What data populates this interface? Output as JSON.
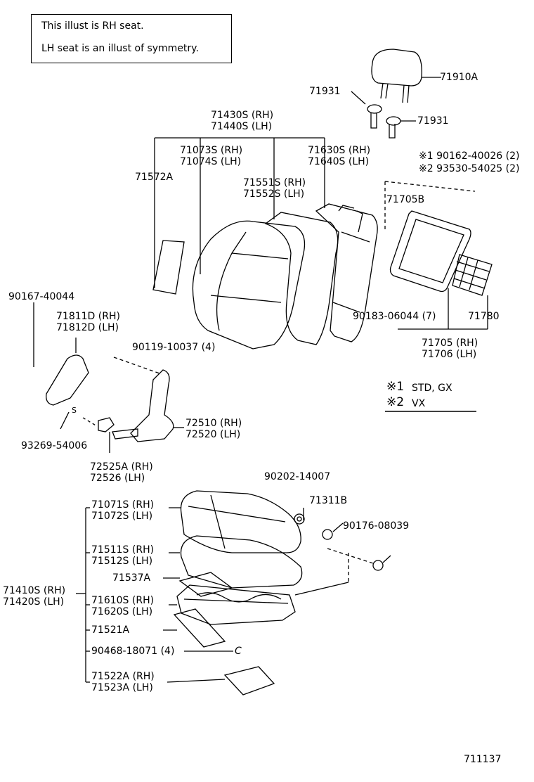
{
  "note": {
    "line1": "This illust is RH seat.",
    "line2": "LH seat is an illust of symmetry."
  },
  "labels": {
    "l_71910A": "71910A",
    "l_71931a": "71931",
    "l_71931b": "71931",
    "l_71430S": "71430S (RH)",
    "l_71440S": "71440S (LH)",
    "l_71073S": "71073S (RH)",
    "l_71074S": "71074S (LH)",
    "l_71630S": "71630S (RH)",
    "l_71640S": "71640S (LH)",
    "l_71572A": "71572A",
    "l_71551S": "71551S (RH)",
    "l_71552S": "71552S (LH)",
    "l_n1": "※1 90162-40026 (2)",
    "l_n2": "※2 93530-54025 (2)",
    "l_71705B": "71705B",
    "l_90183": "90183-06044 (7)",
    "l_71780": "71780",
    "l_71705": "71705 (RH)",
    "l_71706": "71706 (LH)",
    "l_90167": "90167-40044",
    "l_71811D": "71811D (RH)",
    "l_71812D": "71812D (LH)",
    "l_90119": "90119-10037 (4)",
    "l_s": "S",
    "l_93269": "93269-54006",
    "l_72510": "72510 (RH)",
    "l_72520": "72520 (LH)",
    "l_72525A": "72525A (RH)",
    "l_72526": "72526   (LH)",
    "l_90202": "90202-14007",
    "l_71311B": "71311B",
    "l_90176": "90176-08039",
    "l_71071S": "71071S (RH)",
    "l_71072S": "71072S (LH)",
    "l_71511S": "71511S (RH)",
    "l_71512S": "71512S (LH)",
    "l_71537A": "71537A",
    "l_71410S": "71410S (RH)",
    "l_71420S": "71420S (LH)",
    "l_71610S": "71610S (RH)",
    "l_71620S": "71620S (LH)",
    "l_71521A": "71521A",
    "l_90468": "90468-18071 (4)",
    "l_c": "C",
    "l_71522A": "71522A (RH)",
    "l_71523A": "71523A (LH)",
    "l_fig": "711137"
  },
  "legend": {
    "k1": "※1",
    "v1": "STD, GX",
    "k2": "※2",
    "v2": "VX"
  }
}
